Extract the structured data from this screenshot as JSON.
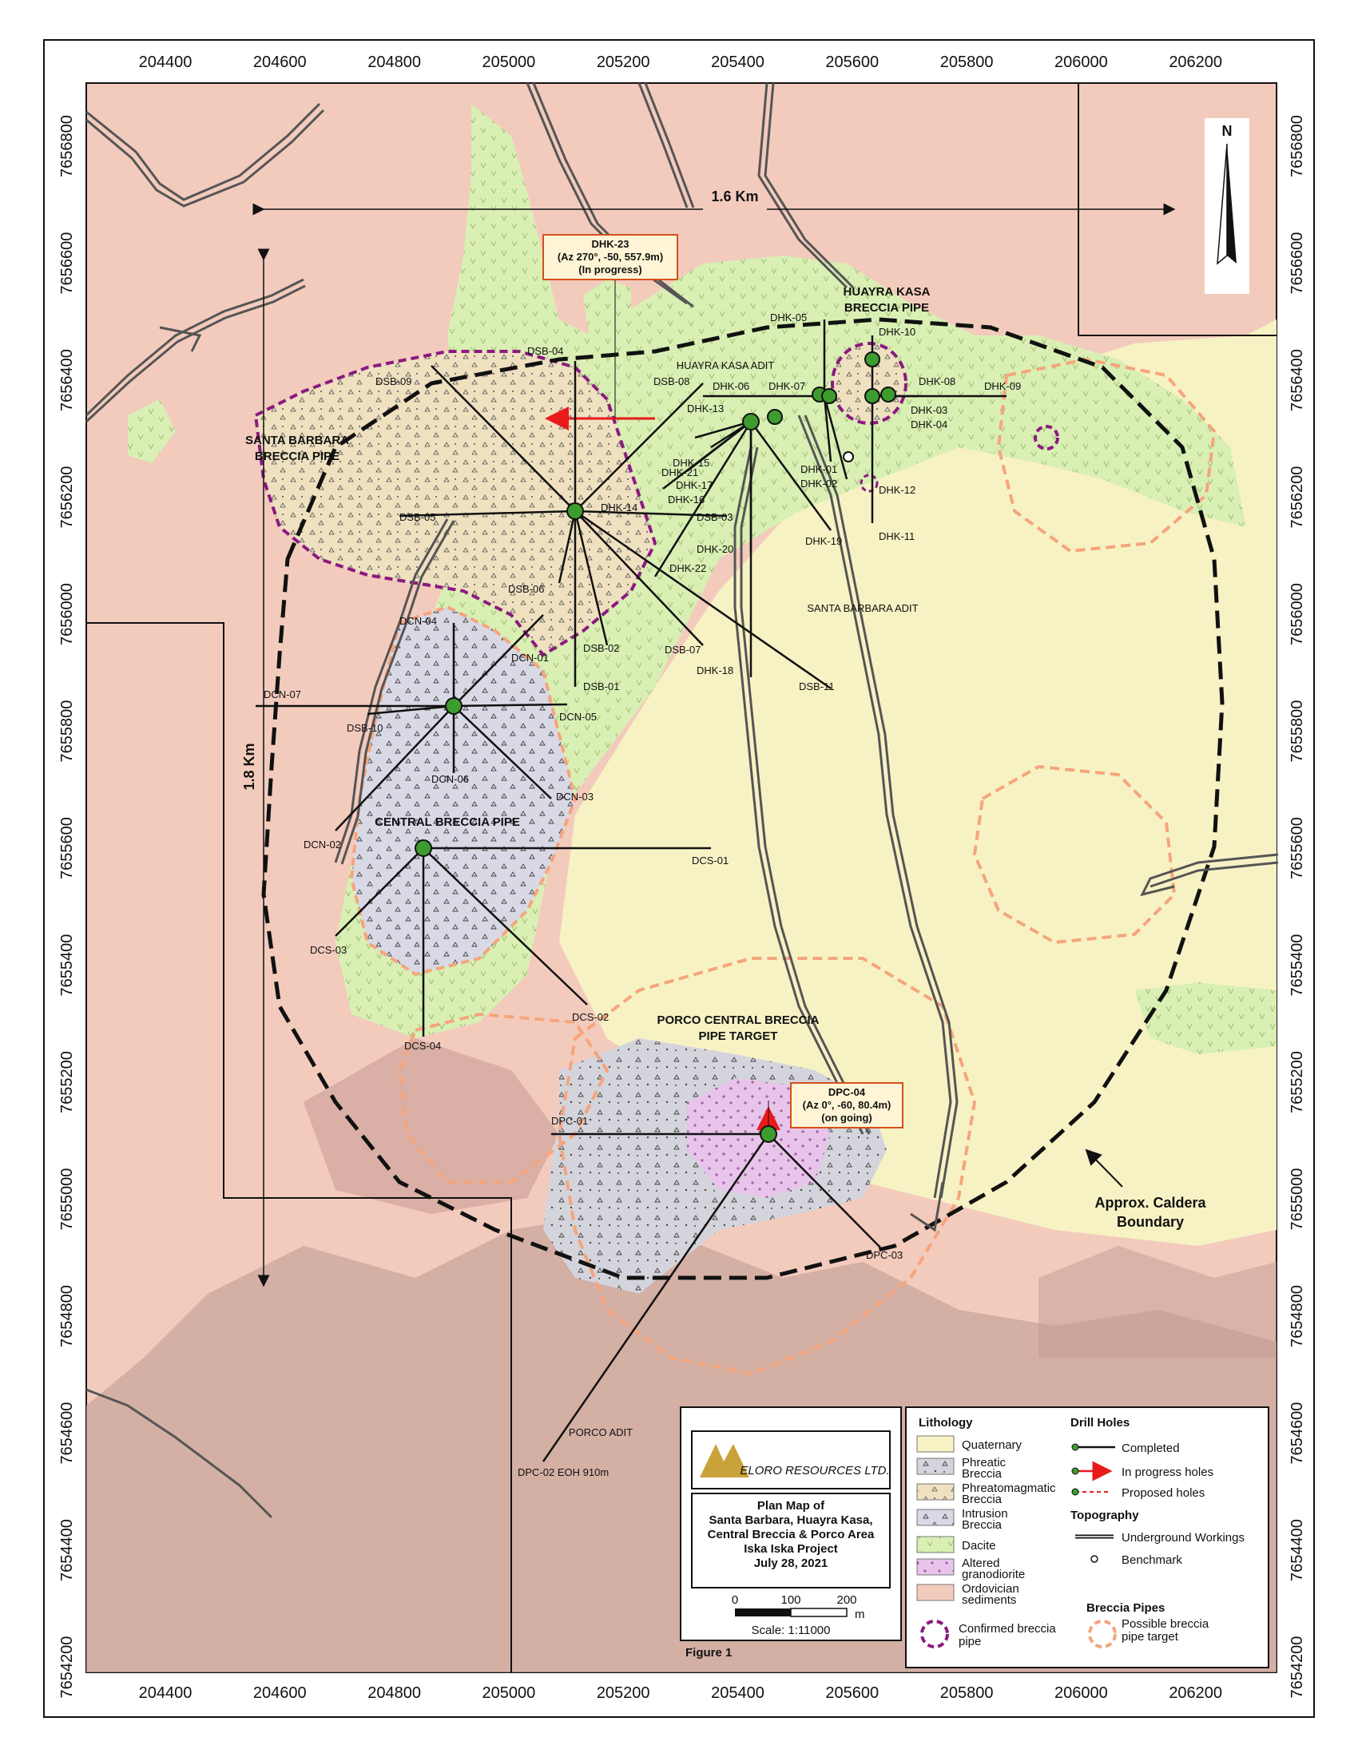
{
  "map": {
    "x_ticks": [
      "204400",
      "204600",
      "204800",
      "205000",
      "205200",
      "205400",
      "205600",
      "205800",
      "206000",
      "206200"
    ],
    "y_ticks": [
      "7656800",
      "7656600",
      "7656400",
      "7656200",
      "7656000",
      "7655800",
      "7655600",
      "7655400",
      "7655200",
      "7655000",
      "7654800",
      "7654600",
      "7654400",
      "7654200"
    ],
    "scale_horizontal": "1.6 Km",
    "scale_vertical": "1.8 Km",
    "north": "N",
    "colors": {
      "ordovician": "#f3cbbd",
      "quaternary": "#f7f2c4",
      "dacite": "#d9efb4",
      "phreatomagmatic": "#efe0c0",
      "intrusion": "#d9d9e6",
      "phreatic": "#d4d4dc",
      "granodiorite": "#e8c4ea",
      "confirmed_pipe": "#8b1a7f",
      "possible_pipe": "#f5a57c",
      "in_progress": "#e81a1a"
    }
  },
  "labels": {
    "santa_barbara": [
      "SANTA BARBARA",
      "BRECCIA PIPE"
    ],
    "huayra_kasa": [
      "HUAYRA KASA",
      "BRECCIA PIPE"
    ],
    "central": "CENTRAL BRECCIA PIPE",
    "porco": [
      "PORCO CENTRAL BRECCIA",
      "PIPE TARGET"
    ],
    "huayra_adit": "HUAYRA KASA ADIT",
    "santa_barbara_adit": "SANTA BARBARA ADIT",
    "porco_adit": "PORCO ADIT",
    "caldera": [
      "Approx. Caldera",
      "Boundary"
    ]
  },
  "callouts": {
    "dhk23": [
      "DHK-23",
      "(Az 270°, -50, 557.9m)",
      "(In progress)"
    ],
    "dpc04": [
      "DPC-04",
      "(Az 0°, -60, 80.4m)",
      "(on going)"
    ]
  },
  "holes": {
    "sb": [
      "DSB-04",
      "DSB-09",
      "DSB-08",
      "DSB-05",
      "DSB-06",
      "DSB-02",
      "DSB-01",
      "DSB-07",
      "DSB-11",
      "DSB-03",
      "DHK-14",
      "DHK-15",
      "DHK-21",
      "DHK-17",
      "DHK-16",
      "DHK-13",
      "DHK-06",
      "DHK-20",
      "DHK-22",
      "DHK-18",
      "DHK-19"
    ],
    "hk": [
      "DHK-05",
      "DHK-07",
      "DHK-10",
      "DHK-08",
      "DHK-09",
      "DHK-03",
      "DHK-04",
      "DHK-01",
      "DHK-02",
      "DHK-12",
      "DHK-11"
    ],
    "cn": [
      "DCN-04",
      "DCN-01",
      "DCN-07",
      "DSB-10",
      "DCN-05",
      "DCN-06",
      "DCN-03",
      "DCN-02"
    ],
    "cs": [
      "DCS-01",
      "DCS-03",
      "DCS-04",
      "DCS-02"
    ],
    "pc": [
      "DPC-01",
      "DPC-03",
      "DPC-02 EOH 910m"
    ]
  },
  "legend": {
    "lithology_title": "Lithology",
    "lithology": [
      "Quaternary",
      "Phreatic",
      "Breccia",
      "Phreatomagmatic",
      "Breccia",
      "Intrusion",
      "Breccia",
      "Dacite",
      "Altered",
      "granodiorite",
      "Ordovician",
      "sediments"
    ],
    "drill_title": "Drill Holes",
    "drill": [
      "Completed",
      "In progress holes",
      "Proposed holes"
    ],
    "topo_title": "Topography",
    "topo": [
      "Underground Workings",
      "Benchmark"
    ],
    "pipes_title": "Breccia Pipes",
    "pipes": [
      "Confirmed breccia",
      "pipe",
      "Possible breccia",
      "pipe target"
    ],
    "company": "ELORO RESOURCES LTD.",
    "plan_title": [
      "Plan Map of",
      "Santa Barbara, Huayra Kasa,",
      "Central Breccia & Porco Area",
      "Iska Iska Project",
      "July 28, 2021"
    ],
    "scale_ticks": [
      "0",
      "100",
      "200"
    ],
    "scale_unit": "m",
    "scale_text": "Scale: 1:11000",
    "figure": "Figure 1"
  }
}
